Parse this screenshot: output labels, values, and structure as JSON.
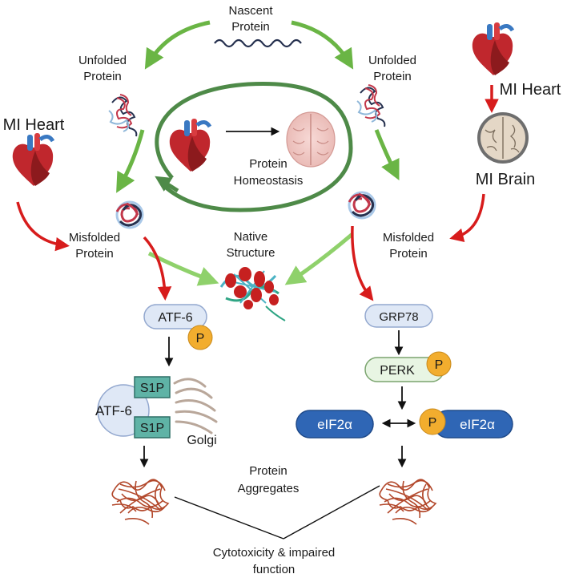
{
  "labels": {
    "nascent_1": "Nascent",
    "nascent_2": "Protein",
    "unfolded_left_1": "Unfolded",
    "unfolded_left_2": "Protein",
    "unfolded_right_1": "Unfolded",
    "unfolded_right_2": "Protein",
    "mi_heart_left": "MI Heart",
    "mi_heart_right": "MI Heart",
    "mi_brain": "MI Brain",
    "homeostasis_1": "Protein",
    "homeostasis_2": "Homeostasis",
    "misfolded_left_1": "Misfolded",
    "misfolded_left_2": "Protein",
    "misfolded_right_1": "Misfolded",
    "misfolded_right_2": "Protein",
    "native_1": "Native",
    "native_2": "Structure",
    "atf6_top": "ATF-6",
    "atf6_golgi": "ATF-6",
    "s1p_top": "S1P",
    "s1p_bottom": "S1P",
    "golgi": "Golgi",
    "grp78": "GRP78",
    "perk": "PERK",
    "eif2a_left": "eIF2α",
    "eif2a_right": "eIF2α",
    "phospho_atf6": "P",
    "phospho_perk": "P",
    "phospho_eif2a": "P",
    "aggregates_1": "Protein",
    "aggregates_2": "Aggregates",
    "cytotox_1": "Cytotoxicity & impaired",
    "cytotox_2": "function"
  },
  "colors": {
    "green_arrow": "#6ab545",
    "dark_green_cycle": "#4e8a48",
    "red_arrow": "#d71c1c",
    "pill_blue_fill": "#dfe8f6",
    "pill_blue_stroke": "#93a8cf",
    "pill_green_fill": "#e8f5e3",
    "pill_green_stroke": "#7aa46e",
    "eif2a_fill": "#2f66b5",
    "phospho_fill": "#f2ad2e",
    "s1p_fill": "#5fb3a6",
    "aggregate": "#b2472a"
  },
  "icons": [
    "heart-icon",
    "brain-icon",
    "protein-structure-icon",
    "golgi-icon",
    "aggregate-icon",
    "chain-icon"
  ]
}
